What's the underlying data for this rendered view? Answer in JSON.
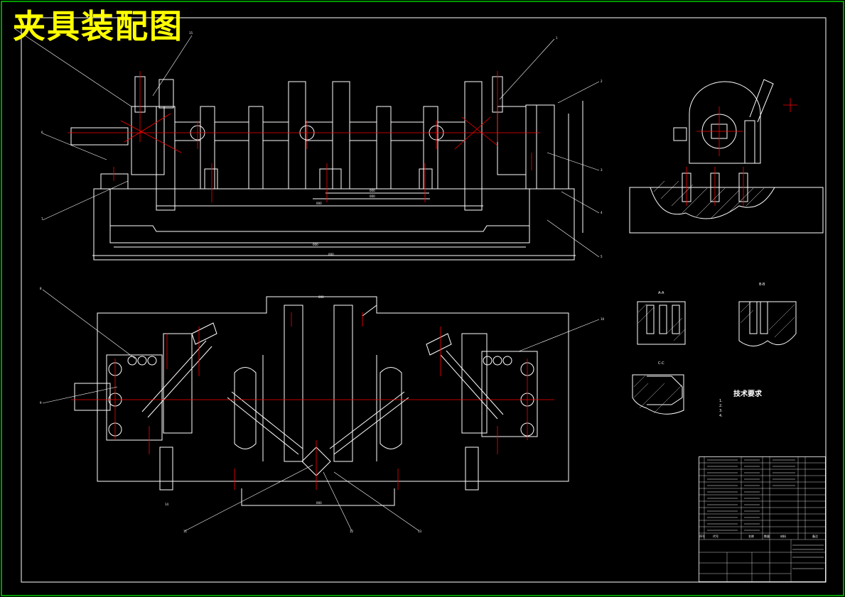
{
  "drawing": {
    "title": "夹具装配图",
    "colors": {
      "outline": "#ffffff",
      "centerline": "#ff0000",
      "frame": "#00ff00",
      "title": "#ffff00",
      "background": "#000000"
    },
    "tech_requirements": {
      "heading": "技术要求",
      "lines": [
        "1.",
        "2.",
        "3.",
        "4."
      ]
    },
    "section_labels": [
      "A-A",
      "B-B",
      "C-C"
    ],
    "callouts": [
      "1",
      "2",
      "3",
      "4",
      "5",
      "6",
      "7",
      "8",
      "9",
      "10",
      "11",
      "12",
      "13",
      "14",
      "15"
    ],
    "title_block": {
      "rows": 12,
      "header": [
        "序号",
        "代号",
        "名称",
        "数量",
        "材料",
        "备注"
      ]
    }
  }
}
